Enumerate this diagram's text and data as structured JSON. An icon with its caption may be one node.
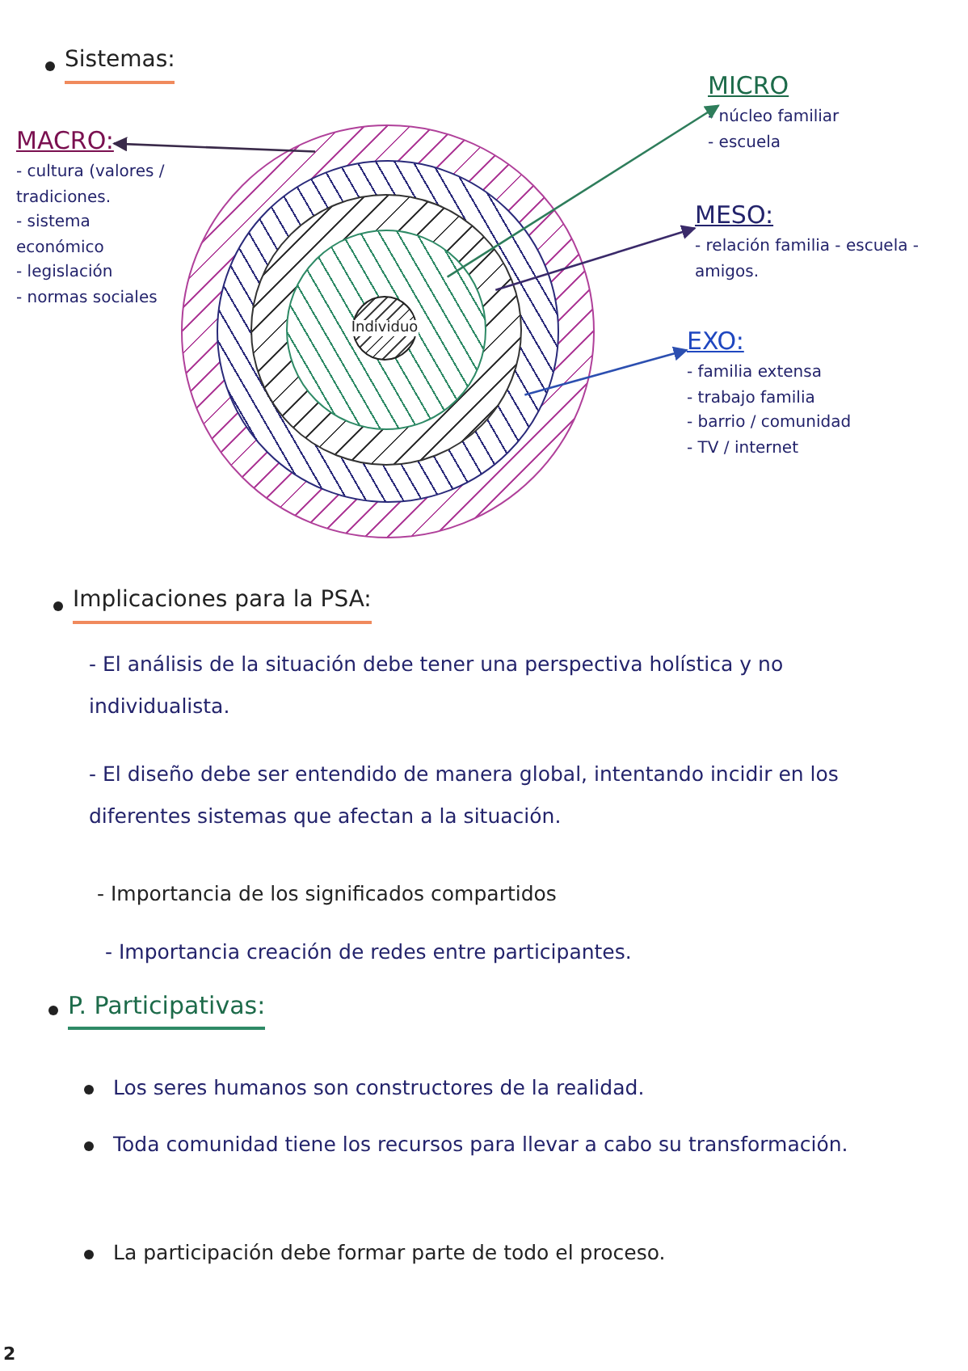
{
  "diagram": {
    "nodes": [
      {
        "text": [],
        "shape": "circle"
      },
      {
        "text": [],
        "shape": "circle",
        "in": 0
      },
      {
        "text": [],
        "shape": "circle",
        "in": 1
      },
      {
        "text": [],
        "shape": "circle",
        "in": 2
      },
      {
        "text": [
          "Individuo"
        ],
        "in": 3
      },
      {
        "text": [
          "MACRO:",
          "- cultura (valores / tradiciones.",
          "- sistema económico",
          "- legislación",
          "- normas sociales"
        ]
      },
      {
        "text": [
          "MICRO",
          "- núcleo familiar",
          "- escuela"
        ]
      },
      {
        "text": [
          "MESO:",
          "- relación familia - escuela - amigos."
        ]
      },
      {
        "text": [
          "EXO:",
          "- familia extensa",
          "- trabajo familia",
          "- barrio / comunidad",
          "- TV / internet"
        ]
      }
    ],
    "edges": [
      {
        "from": 0,
        "to": 5,
        "arrow": "to",
        "color": "#3a2a4a"
      },
      {
        "from": 3,
        "to": 6,
        "arrow": "to",
        "color": "#2e7d5b"
      },
      {
        "from": 2,
        "to": 7,
        "arrow": "to",
        "color": "#3a2a6a"
      },
      {
        "from": 1,
        "to": 8,
        "arrow": "to",
        "color": "#2c4fb0"
      }
    ],
    "labels": [
      "Sistemas:",
      "Implicaciones para la PSA:",
      "- El análisis de la situación debe tener una perspectiva holística y no individualista.",
      "- El diseño debe ser entendido de manera global, intentando incidir en los diferentes sistemas que afectan a la situación.",
      "- Importancia de los significados compartidos",
      "- Importancia creación de redes entre participantes.",
      "P. Participativas:",
      "Los seres humanos son constructores de la realidad.",
      "Toda comunidad tiene los recursos para llevar a cabo su transformación.",
      "La participación debe formar parte de todo el proceso.",
      "2"
    ]
  }
}
